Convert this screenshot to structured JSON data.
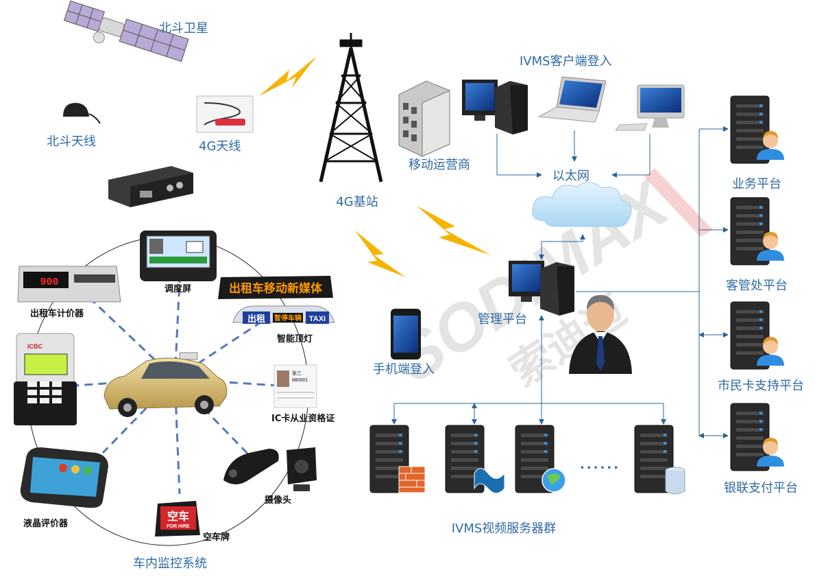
{
  "labels": {
    "beidou_satellite": "北斗卫星",
    "beidou_antenna": "北斗天线",
    "antenna_4g": "4G天线",
    "base_station_4g": "4G基站",
    "mobile_operator": "移动运营商",
    "ivms_client_login": "IVMS客户端登入",
    "ethernet": "以太网",
    "management_platform": "管理平台",
    "mobile_login": "手机端登入",
    "ivms_server_cluster": "IVMS视频服务器群",
    "business_platform": "业务平台",
    "passenger_office_platform": "客管处平台",
    "citizen_card_platform": "市民卡支持平台",
    "unionpay_platform": "银联支付平台",
    "in_vehicle_system": "车内监控系统",
    "dispatch_screen": "调度屏",
    "taxi_meter": "出租车计价器",
    "smart_top_light": "智能顶灯",
    "ic_card_certificate": "IC卡从业资格证",
    "camera": "摄像头",
    "vacancy_sign": "空车牌",
    "lcd_evaluator": "液晶评价器",
    "ellipsis": "......"
  },
  "device_text": {
    "led_scroll": "出租车移动新媒体",
    "toplight_left": "出租",
    "toplight_right": "TAXI",
    "toplight_center": "暂停车辆",
    "meter_digits": "900",
    "vacancy_main": "空车",
    "vacancy_sub": "FOR HIRE",
    "card_name": "张三",
    "card_number": "880001",
    "pos_bank": "ICBC"
  },
  "watermark": {
    "latin": "SODIMAX",
    "chinese": "索迪迈"
  },
  "colors": {
    "label_blue": "#2e6aa3",
    "connector": "#2a6496",
    "lightning": "#f5b400",
    "server_dark": "#2a2a2a",
    "led_orange": "#ff9a00",
    "watermark_gray": "#cfcfcf",
    "watermark_red": "#ec8a8a"
  }
}
